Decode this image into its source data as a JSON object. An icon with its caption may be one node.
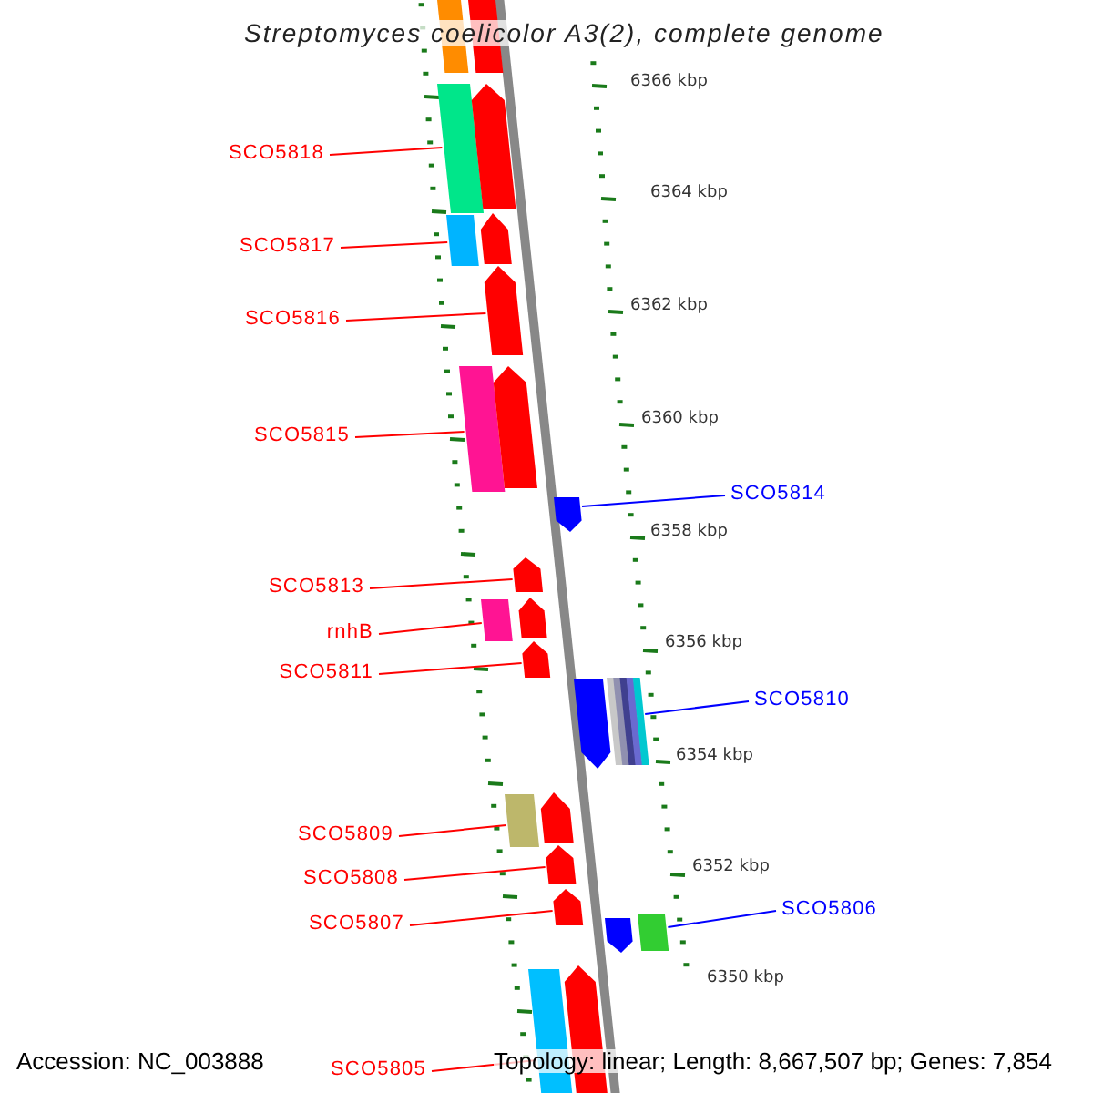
{
  "diagram": {
    "title": "Streptomyces coelicolor A3(2), complete genome",
    "nodes": [
      {
        "text": [
          "SCO5818"
        ]
      },
      {
        "text": [
          "SCO5817"
        ]
      },
      {
        "text": [
          "SCO5816"
        ]
      },
      {
        "text": [
          "SCO5815"
        ]
      },
      {
        "text": [
          "SCO5814"
        ]
      },
      {
        "text": [
          "SCO5813"
        ]
      },
      {
        "text": [
          "rnhB"
        ]
      },
      {
        "text": [
          "SCO5811"
        ]
      },
      {
        "text": [
          "SCO5810"
        ]
      },
      {
        "text": [
          "SCO5809"
        ]
      },
      {
        "text": [
          "SCO5808"
        ]
      },
      {
        "text": [
          "SCO5807"
        ]
      },
      {
        "text": [
          "SCO5806"
        ]
      },
      {
        "text": [
          "SCO5805"
        ]
      },
      {
        "text": [],
        "shape": "bar"
      },
      {
        "text": [],
        "shape": "bar"
      },
      {
        "text": [],
        "shape": "bar"
      },
      {
        "text": [],
        "shape": "bar"
      },
      {
        "text": [],
        "shape": "bar"
      },
      {
        "text": [],
        "shape": "bar"
      },
      {
        "text": [],
        "shape": "bar"
      },
      {
        "text": [],
        "shape": "bar"
      },
      {
        "text": [],
        "shape": "bar"
      },
      {
        "text": [],
        "shape": "bar"
      },
      {
        "text": [],
        "shape": "bar"
      },
      {
        "text": [],
        "shape": "bar"
      },
      {
        "text": [],
        "shape": "bar"
      },
      {
        "text": [],
        "shape": "bar"
      },
      {
        "text": [],
        "shape": "bar"
      },
      {
        "text": [],
        "shape": "bar"
      },
      {
        "text": [],
        "shape": "bar"
      },
      {
        "text": [],
        "shape": "bar"
      },
      {
        "text": [],
        "shape": "bar"
      },
      {
        "text": [],
        "shape": "bar"
      },
      {
        "text": [],
        "shape": "bar"
      },
      {
        "text": [],
        "shape": "bar"
      },
      {
        "text": [],
        "shape": "bar"
      },
      {
        "text": [],
        "shape": "bar"
      }
    ],
    "edges": [
      {
        "from": 0,
        "to": 16,
        "arrow": "none"
      },
      {
        "from": 1,
        "to": 18,
        "arrow": "none"
      },
      {
        "from": 2,
        "to": 20,
        "arrow": "none"
      },
      {
        "from": 3,
        "to": 21,
        "arrow": "none"
      },
      {
        "from": 4,
        "to": 23,
        "arrow": "none",
        "color": "#0000ff"
      },
      {
        "from": 5,
        "to": 24,
        "arrow": "none"
      },
      {
        "from": 6,
        "to": 25,
        "arrow": "none"
      },
      {
        "from": 7,
        "to": 27,
        "arrow": "none"
      },
      {
        "from": 8,
        "to": 29,
        "arrow": "none",
        "color": "#0000ff"
      },
      {
        "from": 9,
        "to": 30,
        "arrow": "none"
      },
      {
        "from": 10,
        "to": 32,
        "arrow": "none"
      },
      {
        "from": 11,
        "to": 33,
        "arrow": "none"
      },
      {
        "from": 12,
        "to": 35,
        "arrow": "none",
        "color": "#0000ff"
      },
      {
        "from": 13,
        "to": 36,
        "arrow": "none"
      }
    ],
    "labels": [
      "6366 kbp",
      "6364 kbp",
      "6362 kbp",
      "6360 kbp",
      "6358 kbp",
      "6356 kbp",
      "6354 kbp",
      "6352 kbp",
      "6350 kbp",
      "Accession: NC_003888",
      "Topology: linear; Length: 8,667,507 bp; Genes: 7,854"
    ]
  }
}
